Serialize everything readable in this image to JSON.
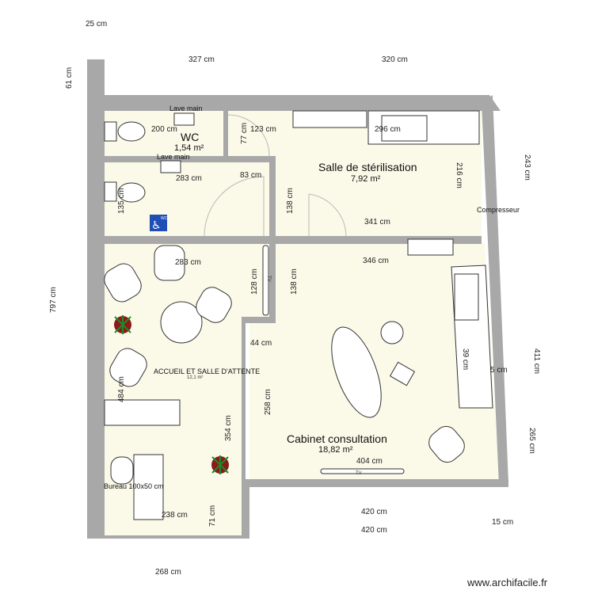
{
  "rooms": {
    "wc": {
      "name": "WC",
      "area": "1,54 m²"
    },
    "sterilisation": {
      "name": "Salle de stérilisation",
      "area": "7,92 m²"
    },
    "accueil": {
      "name": "ACCUEIL ET SALLE D'ATTENTE",
      "area": "12,1 m²"
    },
    "cabinet": {
      "name": "Cabinet consultation",
      "area": "18,82 m²"
    }
  },
  "furniture": {
    "lave_main_1": "Lave main",
    "lave_main_2": "Lave main",
    "compresseur": "Compresseur",
    "bureau": "Bureau 100x50 cm",
    "tv_1": "TV",
    "tv_2": "TV",
    "wc_sign": "WC"
  },
  "dimensions": {
    "d25": "25 cm",
    "d327": "327 cm",
    "d320": "320 cm",
    "d61": "61 cm",
    "d200": "200 cm",
    "d123": "123 cm",
    "d77": "77 cm",
    "d296": "296 cm",
    "d283a": "283 cm",
    "d83": "83 cm",
    "d135": "135 cm",
    "d138a": "138 cm",
    "d216": "216 cm",
    "d243": "243 cm",
    "d341": "341 cm",
    "d346": "346 cm",
    "d283b": "283 cm",
    "d128": "128 cm",
    "d138b": "138 cm",
    "d797": "797 cm",
    "d44": "44 cm",
    "d411": "411 cm",
    "d5": "5 cm",
    "d484": "484 cm",
    "d258": "258 cm",
    "d354": "354 cm",
    "d265": "265 cm",
    "d404": "404 cm",
    "d238": "238 cm",
    "d71": "71 cm",
    "d420a": "420 cm",
    "d420b": "420 cm",
    "d15": "15 cm",
    "d268": "268 cm",
    "d39": "39 cm"
  },
  "colors": {
    "wall": "#a8a8a8",
    "floor": "#fbf9e8",
    "accessibility": "#1f4fb5",
    "plant": "#8b1a1a"
  },
  "watermark": "www.archifacile.fr"
}
